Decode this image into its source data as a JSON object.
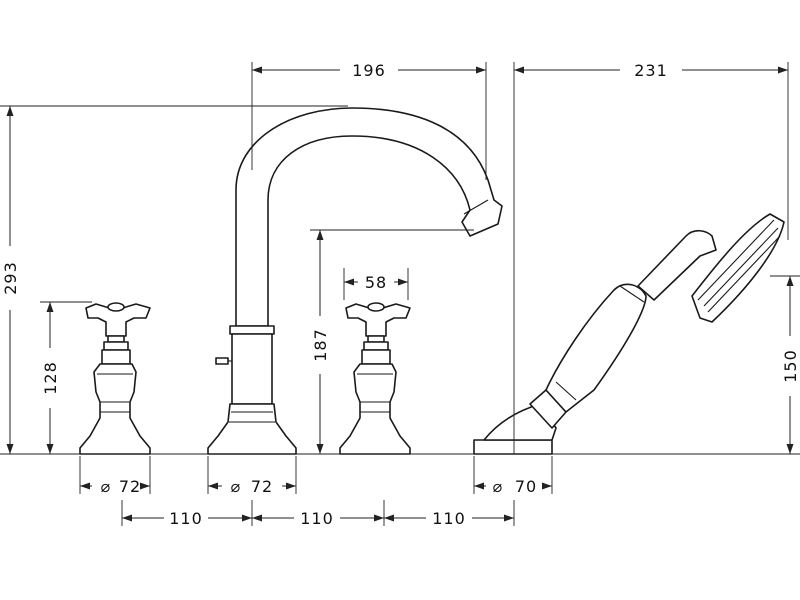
{
  "dimensions": {
    "spout_reach": "196",
    "hand_shower_reach": "231",
    "overall_height": "293",
    "handle_height": "128",
    "spout_height": "187",
    "handle_width": "58",
    "hand_shower_height": "150",
    "base_diameter_left": "72",
    "base_diameter_spout": "72",
    "base_diameter_shower": "70",
    "spacing_1": "110",
    "spacing_2": "110",
    "spacing_3": "110"
  },
  "symbols": {
    "diameter": "⌀"
  }
}
